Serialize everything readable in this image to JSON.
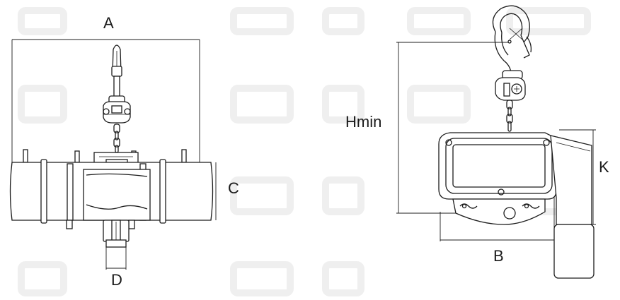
{
  "labels": {
    "front_width": "A",
    "side_height": "C",
    "hook_width": "D",
    "min_headroom": "Hmin",
    "body_width": "B",
    "side_offset": "K"
  },
  "colors": {
    "line": "#1c1c1c",
    "background": "#ffffff",
    "watermark": "#efefef"
  }
}
